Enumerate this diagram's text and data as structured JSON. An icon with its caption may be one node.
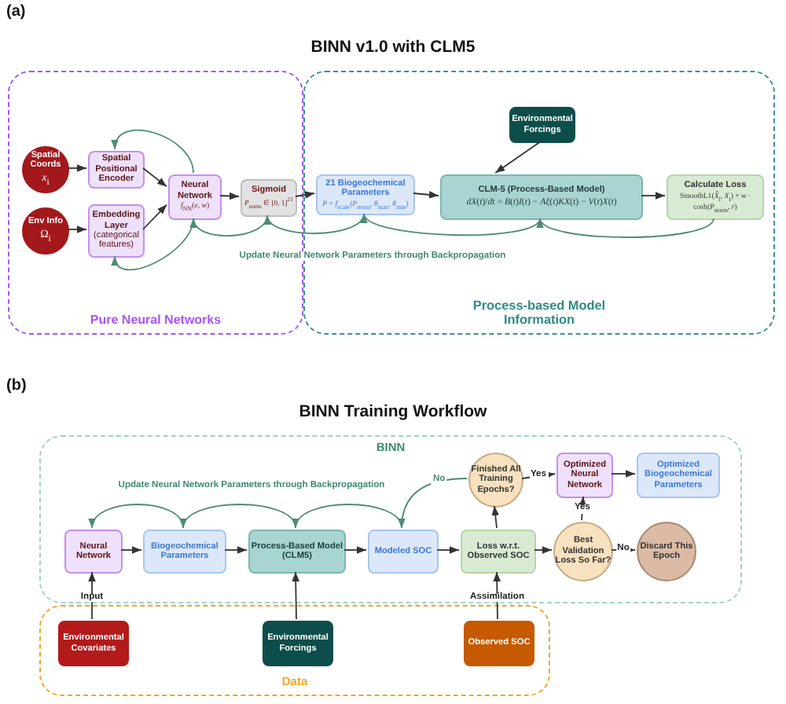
{
  "diagram": {
    "nodes": [
      {
        "text": [
          "Pure Neural Networks"
        ]
      },
      {
        "text": [
          "Spatial Coords",
          "*x*$_{i}$"
        ],
        "in": 0
      },
      {
        "text": [
          "Env Info",
          "Ω$_{i}$"
        ],
        "in": 0
      },
      {
        "text": [
          "Spatial Positional Encoder"
        ],
        "in": 0
      },
      {
        "text": [
          "Embedding Layer",
          "(categorical features)"
        ],
        "in": 0
      },
      {
        "text": [
          "Neural Network",
          "*f*$_{NN}$(*e*, *w*)"
        ],
        "in": 0
      },
      {
        "text": [
          "Sigmoid",
          "*P*$_{norm}$ ∈ [0, 1]$^{21}$"
        ],
        "in": 0
      },
      {
        "text": [
          "Process-based Model Information"
        ]
      },
      {
        "text": [
          "21 Biogeochemical Parameters",
          "*P* = *f*$_{scale}$(*P*$_{norm}$, *θ*$_{max}$, *θ*$_{min}$)"
        ],
        "in": 7
      },
      {
        "text": [
          "Environmental Forcings"
        ],
        "in": 7
      },
      {
        "text": [
          "CLM-5 (Process-Based Model)",
          "*dX*(*t*)/*dt* = *B*(*t*)*I*(*t*) − *Aξ*(*t*)*KX*(*t*) − *V*(*t*)*X*(*t*)"
        ],
        "in": 7
      },
      {
        "text": [
          "Calculate Loss",
          "SmoothL1(*X̂*$_{i}$, *X*$_{i}$) + *w* · cosh(*P*$_{norm}$, *r*)"
        ],
        "in": 7
      },
      {
        "text": [
          "BINN"
        ]
      },
      {
        "text": [
          "Neural Network"
        ],
        "in": 12
      },
      {
        "text": [
          "Biogeochemical Parameters"
        ],
        "in": 12
      },
      {
        "text": [
          "Process-Based Model (CLM5)"
        ],
        "in": 12
      },
      {
        "text": [
          "Modeled SOC"
        ],
        "in": 12
      },
      {
        "text": [
          "Loss w.r.t. Observed SOC"
        ],
        "in": 12
      },
      {
        "text": [
          "Finished All Training Epochs?"
        ],
        "in": 12
      },
      {
        "text": [
          "Optimized Neural Network"
        ],
        "in": 12
      },
      {
        "text": [
          "Optimized Biogeochemical Parameters"
        ],
        "in": 12
      },
      {
        "text": [
          "Best Validation Loss So Far?"
        ],
        "in": 12
      },
      {
        "text": [
          "Discard This Epoch"
        ],
        "in": 12
      },
      {
        "text": [
          "Data"
        ]
      },
      {
        "text": [
          "Environmental Covariates"
        ],
        "in": 23
      },
      {
        "text": [
          "Environmental Forcings"
        ],
        "in": 23
      },
      {
        "text": [
          "Observed SOC"
        ],
        "in": 23
      }
    ],
    "edges": [
      {
        "from": 1,
        "to": 3,
        "arrow": "to"
      },
      {
        "from": 2,
        "to": 4,
        "arrow": "to"
      },
      {
        "from": 3,
        "to": 5,
        "arrow": "to"
      },
      {
        "from": 4,
        "to": 5,
        "arrow": "to"
      },
      {
        "from": 5,
        "to": 6,
        "arrow": "to"
      },
      {
        "from": 6,
        "to": 8,
        "arrow": "to"
      },
      {
        "from": 8,
        "to": 10,
        "arrow": "to"
      },
      {
        "from": 9,
        "to": 10,
        "arrow": "to"
      },
      {
        "from": 10,
        "to": 11,
        "arrow": "to"
      },
      {
        "from": 11,
        "to": 10,
        "arrow": "to",
        "color": "#4e8a78"
      },
      {
        "from": 10,
        "to": 8,
        "arrow": "to",
        "color": "#4e8a78"
      },
      {
        "from": 8,
        "to": 6,
        "arrow": "to",
        "color": "#4e8a78"
      },
      {
        "from": 6,
        "to": 5,
        "arrow": "to",
        "color": "#4e8a78"
      },
      {
        "from": 5,
        "to": 4,
        "arrow": "to",
        "color": "#4e8a78"
      },
      {
        "from": 5,
        "to": 3,
        "arrow": "to",
        "color": "#4e8a78"
      },
      {
        "from": 13,
        "to": 14,
        "arrow": "to"
      },
      {
        "from": 14,
        "to": 15,
        "arrow": "to"
      },
      {
        "from": 15,
        "to": 16,
        "arrow": "to"
      },
      {
        "from": 16,
        "to": 17,
        "arrow": "to"
      },
      {
        "from": 17,
        "to": 18,
        "arrow": "to"
      },
      {
        "from": 18,
        "to": 19,
        "arrow": "to",
        "label": "Yes"
      },
      {
        "from": 19,
        "to": 20,
        "arrow": "to"
      },
      {
        "from": 17,
        "to": 21,
        "arrow": "to"
      },
      {
        "from": 21,
        "to": 19,
        "arrow": "to",
        "label": "Yes"
      },
      {
        "from": 21,
        "to": 22,
        "arrow": "to",
        "label": "No"
      },
      {
        "from": 18,
        "to": 16,
        "arrow": "to",
        "label": "No",
        "color": "#4e8a78"
      },
      {
        "from": 16,
        "to": 15,
        "arrow": "to",
        "color": "#4e8a78"
      },
      {
        "from": 15,
        "to": 14,
        "arrow": "to",
        "color": "#4e8a78"
      },
      {
        "from": 14,
        "to": 13,
        "arrow": "to",
        "color": "#4e8a78"
      },
      {
        "from": 24,
        "to": 13,
        "arrow": "to",
        "label": "Input"
      },
      {
        "from": 25,
        "to": 15,
        "arrow": "to"
      },
      {
        "from": 26,
        "to": 17,
        "arrow": "to",
        "label": "Assimilation"
      }
    ],
    "labels": [
      "(a)",
      "BINN v1.0 with CLM5",
      "Update Neural Network Parameters through Backpropagation",
      "(b)",
      "BINN Training Workflow",
      "Update Neural Network Parameters through Backpropagation"
    ]
  }
}
